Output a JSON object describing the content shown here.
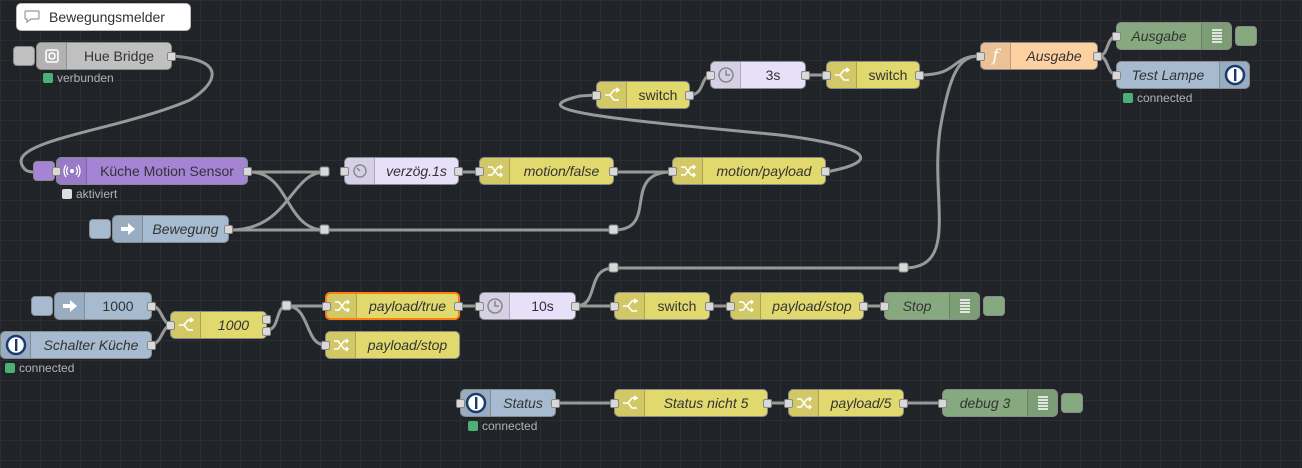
{
  "colors": {
    "background": "#202327",
    "wire": "#999999",
    "switch_node": "#e2d96e",
    "change_node": "#e2d96e",
    "delay_node": "#e6e0f8",
    "trigger_node": "#e6e0f8",
    "function_node": "#fdd0a2",
    "debug_node": "#87a980",
    "iobroker_node": "#a6bbcf",
    "hue_bridge": "#c0c0c0",
    "motion_sensor": "#a584d6",
    "status_green": "#4caf78",
    "selection": "#ff7f0e"
  },
  "comment": {
    "label": "Bewegungsmelder",
    "icon": "speech-bubble-icon"
  },
  "nodes": {
    "hue_bridge": {
      "label": "Hue Bridge",
      "icon": "hue-bridge-icon",
      "status": "verbunden"
    },
    "motion_sensor": {
      "label": "Küche Motion Sensor",
      "icon": "motion-waves-icon",
      "status": "aktiviert"
    },
    "bewegung": {
      "label": "Bewegung",
      "icon": "arrow-right-icon"
    },
    "verzog": {
      "label": "verzög.1s",
      "icon": "timer-icon"
    },
    "motion_false": {
      "label": "motion/false",
      "icon": "shuffle-icon"
    },
    "motion_payload": {
      "label": "motion/payload",
      "icon": "shuffle-icon"
    },
    "switch_top": {
      "label": "switch",
      "icon": "switch-icon"
    },
    "delay_3s": {
      "label": "3s",
      "icon": "clock-icon"
    },
    "switch_top2": {
      "label": "switch",
      "icon": "switch-icon"
    },
    "ausgabe_fn": {
      "label": "Ausgabe",
      "icon": "function-icon"
    },
    "ausgabe_debug": {
      "label": "Ausgabe",
      "icon": "debug-list-icon"
    },
    "test_lampe": {
      "label": "Test Lampe",
      "icon": "power-icon",
      "status": "connected"
    },
    "inject_1000": {
      "label": "1000",
      "icon": "arrow-right-icon"
    },
    "schalter": {
      "label": "Schalter Küche",
      "icon": "power-icon",
      "status": "connected"
    },
    "switch_1000": {
      "label": "1000",
      "icon": "switch-icon"
    },
    "payload_true": {
      "label": "payload/true",
      "icon": "shuffle-icon"
    },
    "payload_stop_low": {
      "label": "payload/stop",
      "icon": "shuffle-icon"
    },
    "delay_10s": {
      "label": "10s",
      "icon": "clock-icon"
    },
    "switch_mid": {
      "label": "switch",
      "icon": "switch-icon"
    },
    "payload_stop_mid": {
      "label": "payload/stop",
      "icon": "shuffle-icon"
    },
    "stop_debug": {
      "label": "Stop",
      "icon": "debug-list-icon"
    },
    "status_in": {
      "label": "Status",
      "icon": "power-icon",
      "status": "connected"
    },
    "status_nicht5": {
      "label": "Status nicht 5",
      "icon": "switch-icon"
    },
    "payload5": {
      "label": "payload/5",
      "icon": "shuffle-icon"
    },
    "debug3": {
      "label": "debug 3",
      "icon": "debug-list-icon"
    }
  }
}
